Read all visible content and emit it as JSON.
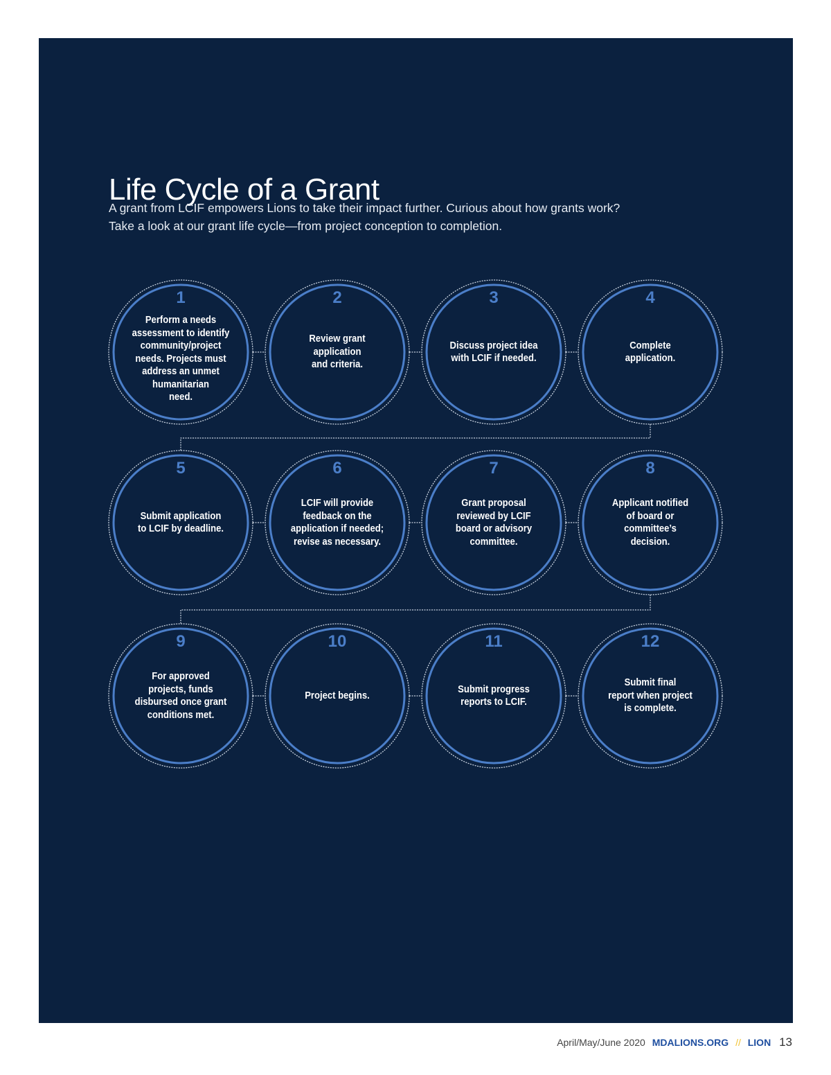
{
  "title": "Life Cycle of a Grant",
  "intro": "A grant from LCIF empowers Lions to take their impact further. Curious about how grants work?\nTake a look at our grant life cycle—from project conception to completion.",
  "steps": [
    {
      "number": "1",
      "text": "Perform a needs\nassessment to identify\ncommunity/project\nneeds. Projects must\naddress an unmet\nhumanitarian\nneed."
    },
    {
      "number": "2",
      "text": "Review grant\napplication\nand criteria."
    },
    {
      "number": "3",
      "text": "Discuss project idea\nwith LCIF if needed."
    },
    {
      "number": "4",
      "text": "Complete\napplication."
    },
    {
      "number": "5",
      "text": "Submit application\nto LCIF by deadline."
    },
    {
      "number": "6",
      "text": "LCIF will provide\nfeedback on the\napplication if needed;\nrevise as necessary."
    },
    {
      "number": "7",
      "text": "Grant proposal\nreviewed by LCIF\nboard or advisory\ncommittee."
    },
    {
      "number": "8",
      "text": "Applicant notified\nof board or\ncommittee’s\ndecision."
    },
    {
      "number": "9",
      "text": "For approved\nprojects, funds\ndisbursed once grant\nconditions met."
    },
    {
      "number": "10",
      "text": "Project begins."
    },
    {
      "number": "11",
      "text": "Submit progress\nreports to LCIF."
    },
    {
      "number": "12",
      "text": "Submit final\nreport when project\nis complete."
    }
  ],
  "footer": {
    "issue": "April/May/June 2020",
    "site": "MDALIONS.ORG",
    "separator": "//",
    "magazine": "LION",
    "page": "13"
  },
  "colors": {
    "background": "#0b213f",
    "ring": "#4b7ec8",
    "dotted": "#c9d3e0"
  }
}
